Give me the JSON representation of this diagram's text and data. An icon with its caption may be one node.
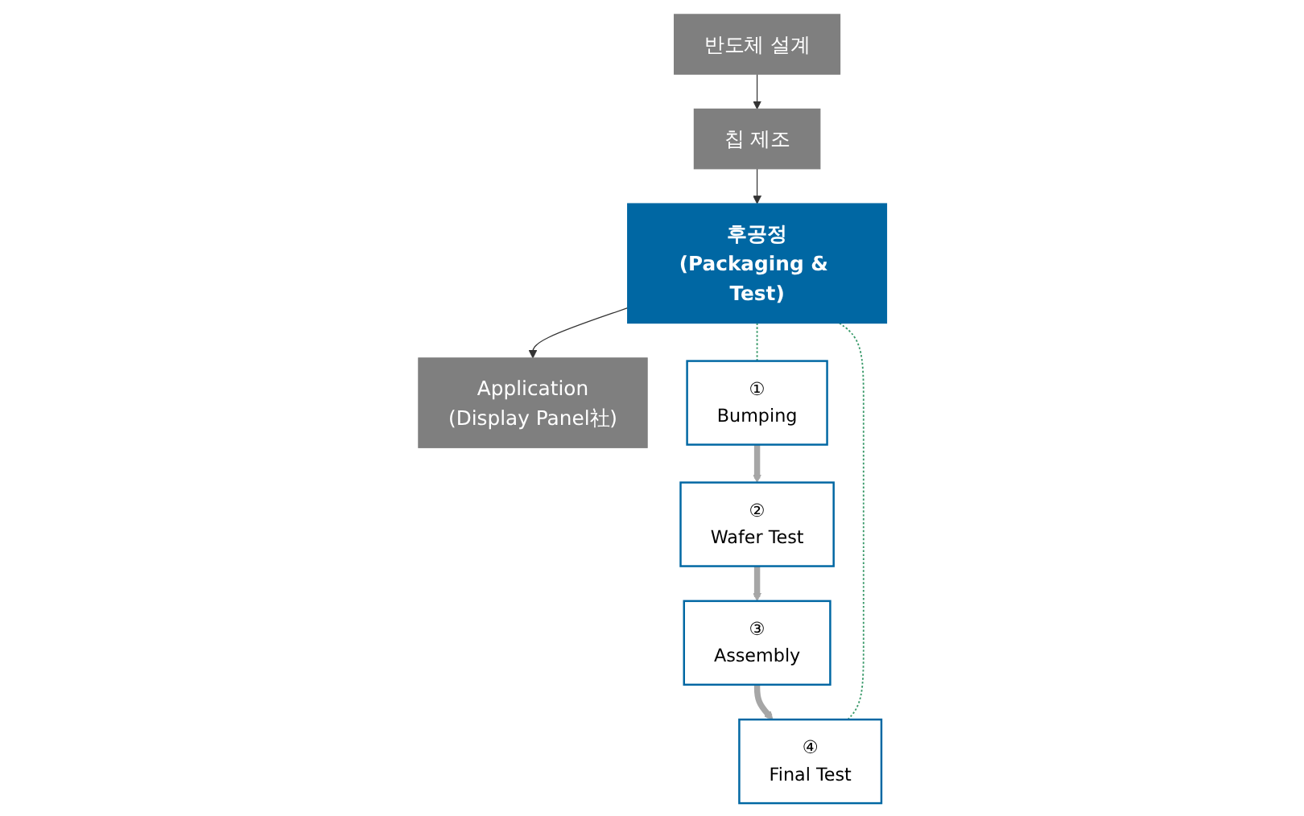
{
  "diagram": {
    "nodes": [
      {
        "text": [
          "반도체 설계"
        ]
      },
      {
        "text": [
          "칩 제조"
        ]
      },
      {
        "text": [
          "후공정",
          "(Packaging & Test)"
        ]
      },
      {
        "text": [
          "Application",
          "(Display Panel社)"
        ]
      },
      {
        "text": [
          "①",
          "Bumping"
        ]
      },
      {
        "text": [
          "②",
          "Wafer Test"
        ]
      },
      {
        "text": [
          "③",
          "Assembly"
        ]
      },
      {
        "text": [
          "④",
          "Final Test"
        ]
      }
    ],
    "edges": [
      {
        "from": 0,
        "to": 1,
        "arrow": "to"
      },
      {
        "from": 1,
        "to": 2,
        "arrow": "to"
      },
      {
        "from": 2,
        "to": 3,
        "arrow": "to"
      },
      {
        "from": 4,
        "to": 5,
        "arrow": "to",
        "style": "thick",
        "color": "#a6a6a6"
      },
      {
        "from": 5,
        "to": 6,
        "arrow": "to",
        "style": "thick",
        "color": "#a6a6a6"
      },
      {
        "from": 6,
        "to": 7,
        "arrow": "to",
        "style": "thick",
        "color": "#a6a6a6"
      },
      {
        "from": 2,
        "to": 4,
        "arrow": "none",
        "style": "dashed",
        "color": "#3a9a6a"
      },
      {
        "from": 2,
        "to": 7,
        "arrow": "none",
        "style": "dashed",
        "color": "#3a9a6a"
      }
    ]
  }
}
